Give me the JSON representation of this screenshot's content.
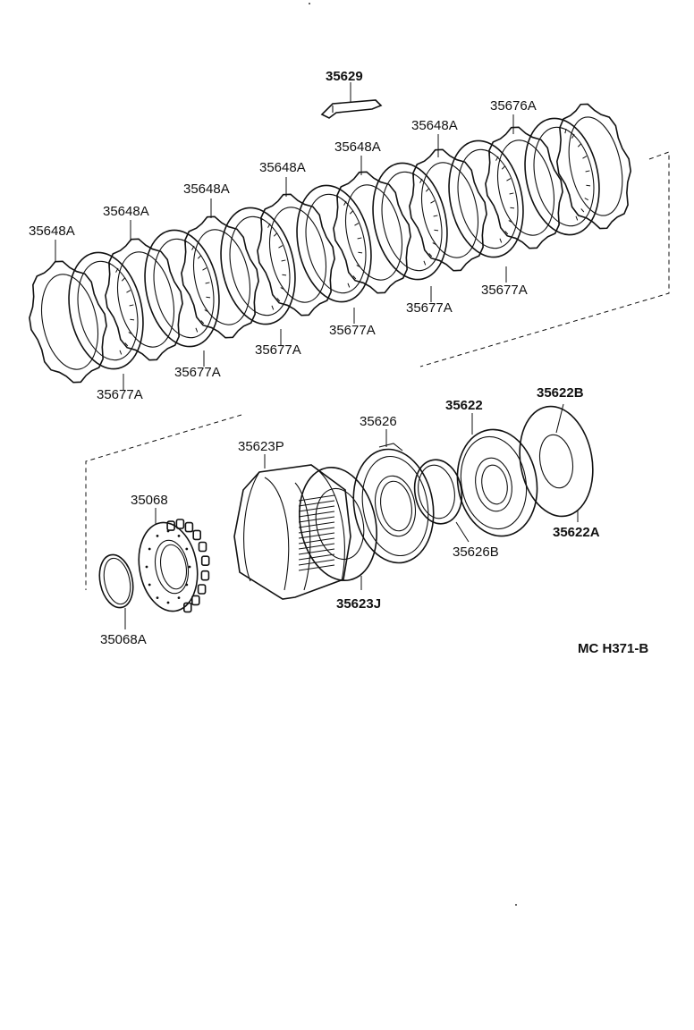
{
  "figure_code": "MC  H371-B",
  "parts": {
    "p35629": "35629",
    "p35676A": "35676A",
    "p35648A": "35648A",
    "p35677A": "35677A",
    "p35622": "35622",
    "p35622B": "35622B",
    "p35622A": "35622A",
    "p35626": "35626",
    "p35626B": "35626B",
    "p35623P": "35623P",
    "p35623J": "35623J",
    "p35068": "35068",
    "p35068A": "35068A"
  }
}
